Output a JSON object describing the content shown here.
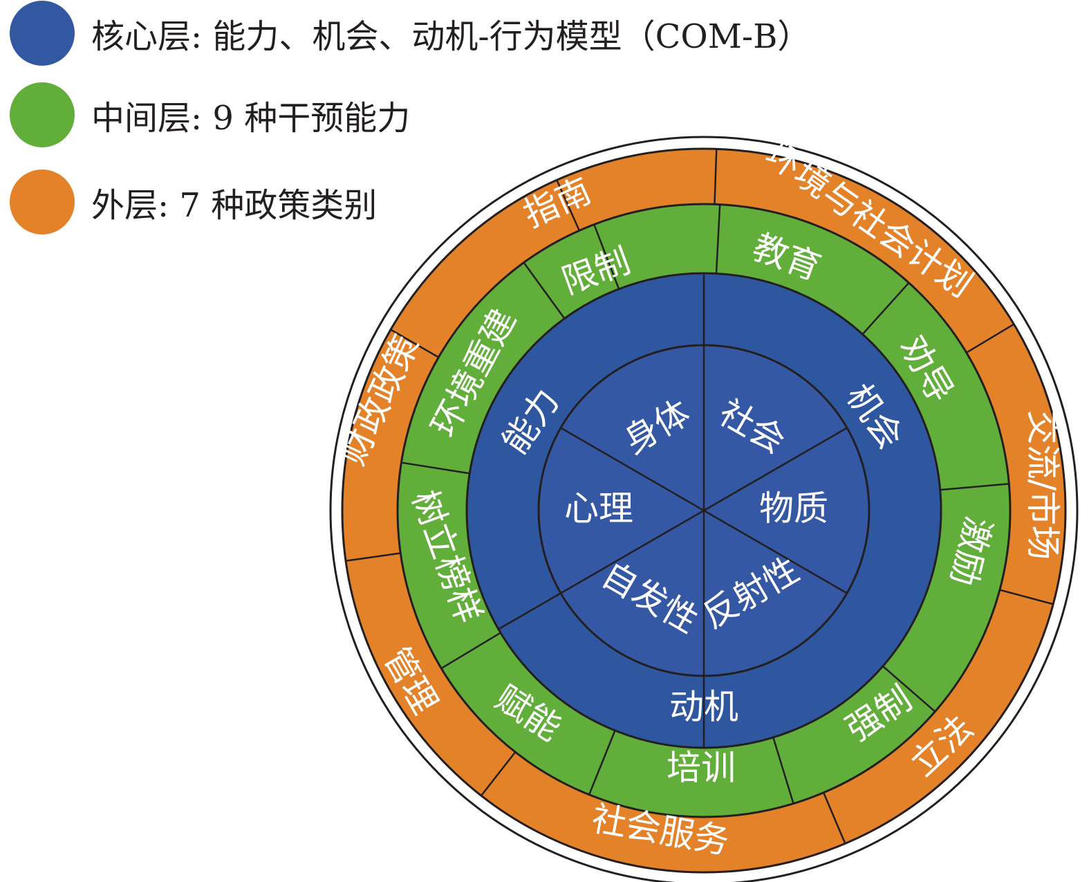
{
  "legend": [
    {
      "color": "#3358a2",
      "label": "核心层: 能力、机会、动机-行为模型（COM-B）"
    },
    {
      "color": "#62ae3b",
      "label": "中间层: 9 种干预能力"
    },
    {
      "color": "#e4822a",
      "label": "外层: 7 种政策类别"
    }
  ],
  "colors": {
    "outer": "#e4822a",
    "middle": "#62ae3b",
    "core": "#2f57a0",
    "core_inner": "#3458a4",
    "line": "#231f20"
  },
  "core": {
    "outer_labels": [
      "能力",
      "机会",
      "动机"
    ],
    "inner_labels": [
      "身体",
      "社会",
      "物质",
      "反射性",
      "自发性",
      "心理"
    ]
  },
  "middle_layer": [
    "教育",
    "劝导",
    "激励",
    "强制",
    "培训",
    "赋能",
    "树立榜样",
    "环境重建",
    "限制"
  ],
  "outer_layer": [
    "环境与社会计划",
    "交流/市场",
    "立法",
    "社会服务",
    "管理",
    "财政政策",
    "指南"
  ]
}
